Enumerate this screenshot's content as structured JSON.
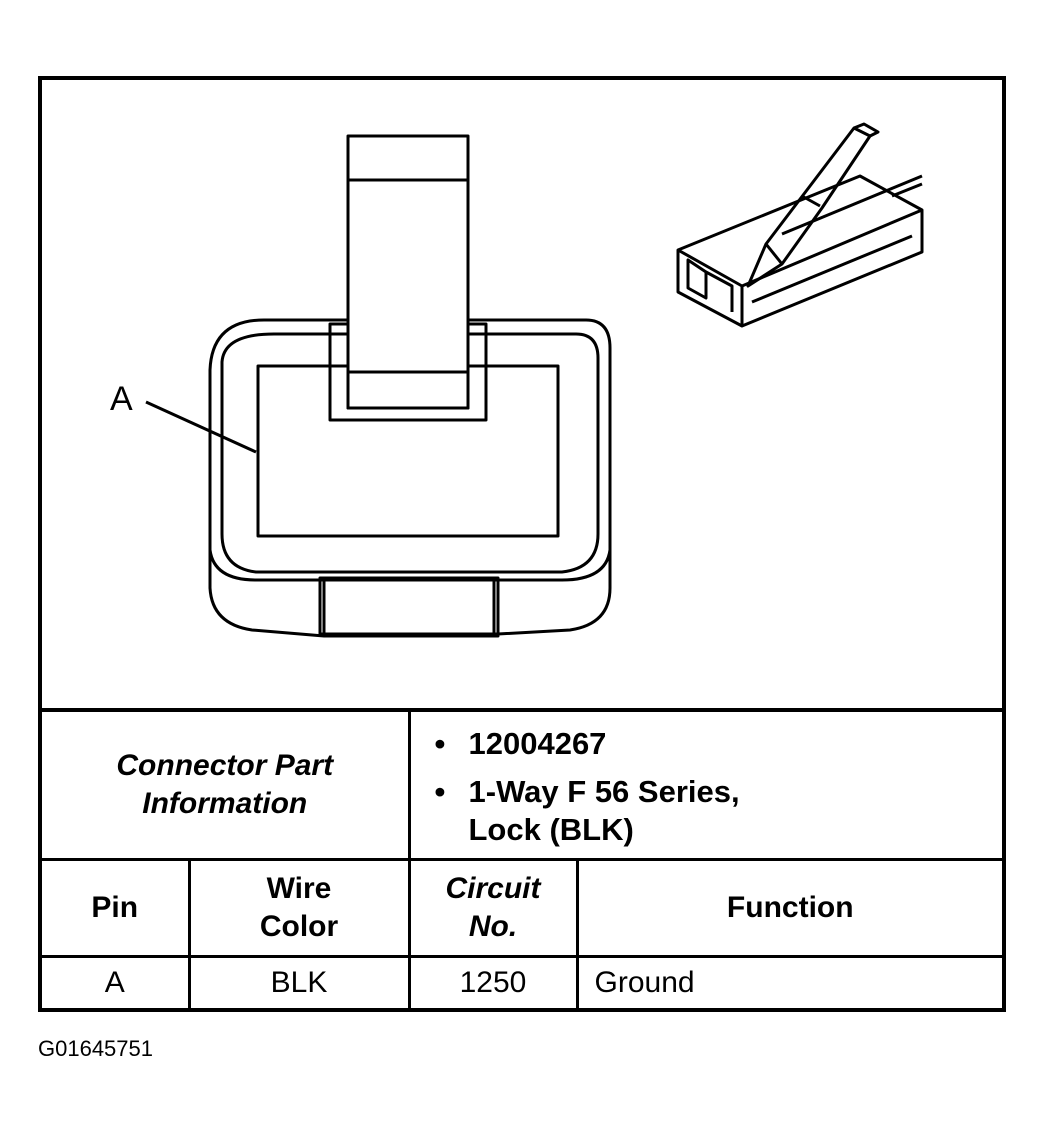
{
  "diagram": {
    "callout_label": "A"
  },
  "connector_info": {
    "header": "Connector Part Information",
    "items": [
      "12004267",
      "1-Way F 56 Series, Lock (BLK)"
    ]
  },
  "pin_table": {
    "columns": [
      "Pin",
      "Wire Color",
      "Circuit No.",
      "Function"
    ],
    "rows": [
      {
        "pin": "A",
        "wire_color": "BLK",
        "circuit": "1250",
        "function": "Ground"
      }
    ]
  },
  "figure_id": "G01645751"
}
